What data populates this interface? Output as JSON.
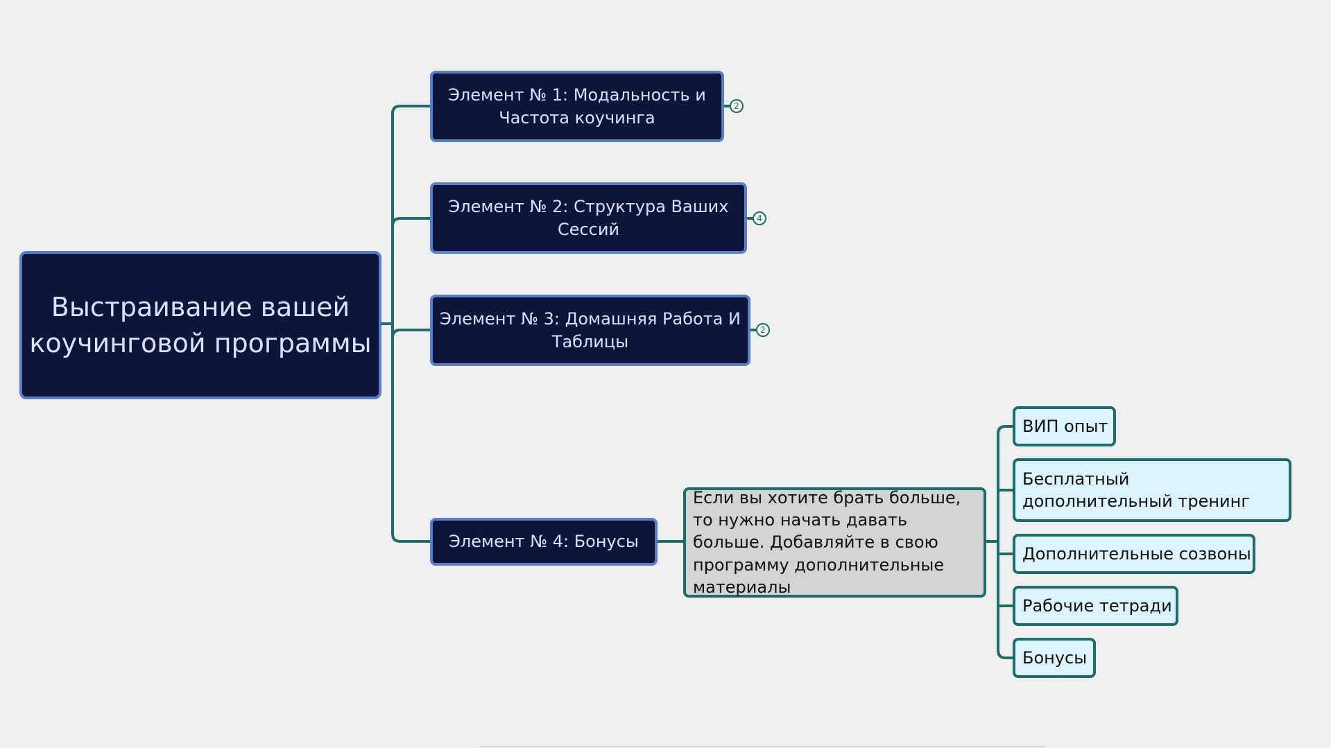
{
  "mindmap": {
    "root": "Выстраивание вашей коучинговой программы",
    "elements": [
      {
        "label": "Элемент № 1: Модальность и Частота коучинга",
        "count": "2"
      },
      {
        "label": "Элемент № 2: Структура Ваших Сессий",
        "count": "4"
      },
      {
        "label": "Элемент № 3: Домашняя Работа И Таблицы",
        "count": "2"
      },
      {
        "label": "Элемент № 4: Бонусы"
      }
    ],
    "bonus_note": "Если вы хотите брать больше, то нужно начать давать больше. Добавляйте в свою программу дополнительные материалы",
    "bonus_items": [
      "ВИП опыт",
      "Бесплатный дополнительный тренинг",
      "Дополнительные созвоны",
      "Рабочие тетради",
      "Бонусы"
    ]
  },
  "colors": {
    "background": "#efefef",
    "dark_node_fill": "#0e1538",
    "dark_node_border": "#5b7fc4",
    "dark_node_text": "#d8e1ff",
    "connector": "#1f6a6a",
    "note_fill": "#d3d3d3",
    "leaf_fill": "#ddf4fd"
  }
}
